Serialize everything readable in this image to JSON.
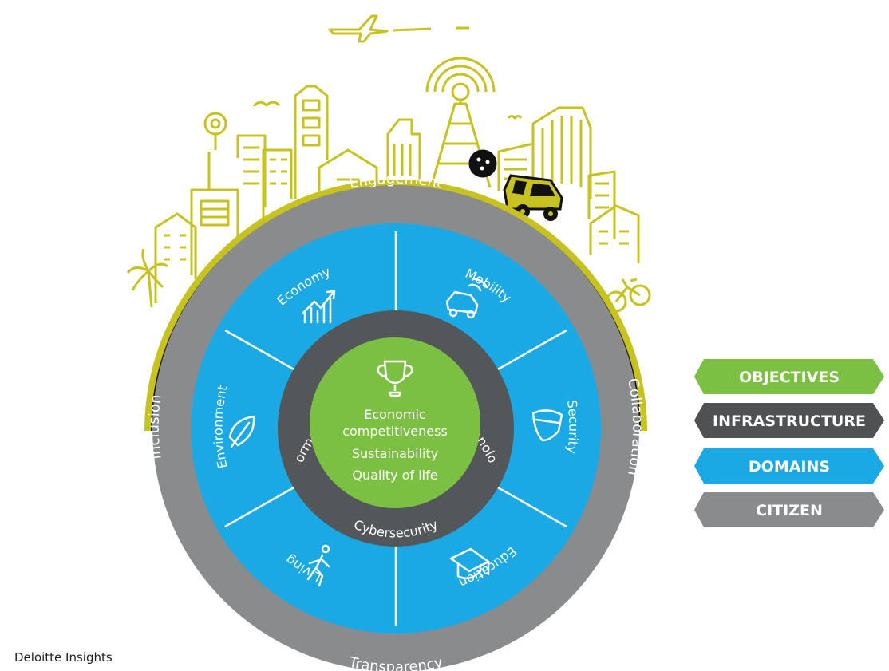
{
  "colors": {
    "city_line": "#c8c21e",
    "citizen_ring": "#8a8b8d",
    "domains_ring": "#1aa9e4",
    "infrastructure_ring": "#545759",
    "objectives_core": "#7cc043",
    "legend_objectives": "#7cc043",
    "legend_infrastructure": "#4f5153",
    "legend_domains": "#1aa9e4",
    "legend_citizen": "#8a8b8d"
  },
  "citizen_ring": {
    "top": "Engagement",
    "right": "Collaboration",
    "bottom": "Transparency",
    "left": "Inclusion"
  },
  "domains": [
    {
      "label": "Economy",
      "icon": "growth-chart-icon"
    },
    {
      "label": "Mobility",
      "icon": "connected-car-icon"
    },
    {
      "label": "Security",
      "icon": "shield-icon"
    },
    {
      "label": "Education",
      "icon": "graduation-cap-icon"
    },
    {
      "label": "Living",
      "icon": "walking-person-icon"
    },
    {
      "label": "Environment",
      "icon": "leaf-icon"
    }
  ],
  "infrastructure": {
    "top": "Information & communications technology",
    "bottom": "Cybersecurity"
  },
  "objectives": {
    "icon": "trophy-icon",
    "lines": [
      "Economic",
      "competitiveness",
      "Sustainability",
      "Quality of life"
    ]
  },
  "legend": [
    "OBJECTIVES",
    "INFRASTRUCTURE",
    "DOMAINS",
    "CITIZEN"
  ],
  "source": "Deloitte Insights"
}
